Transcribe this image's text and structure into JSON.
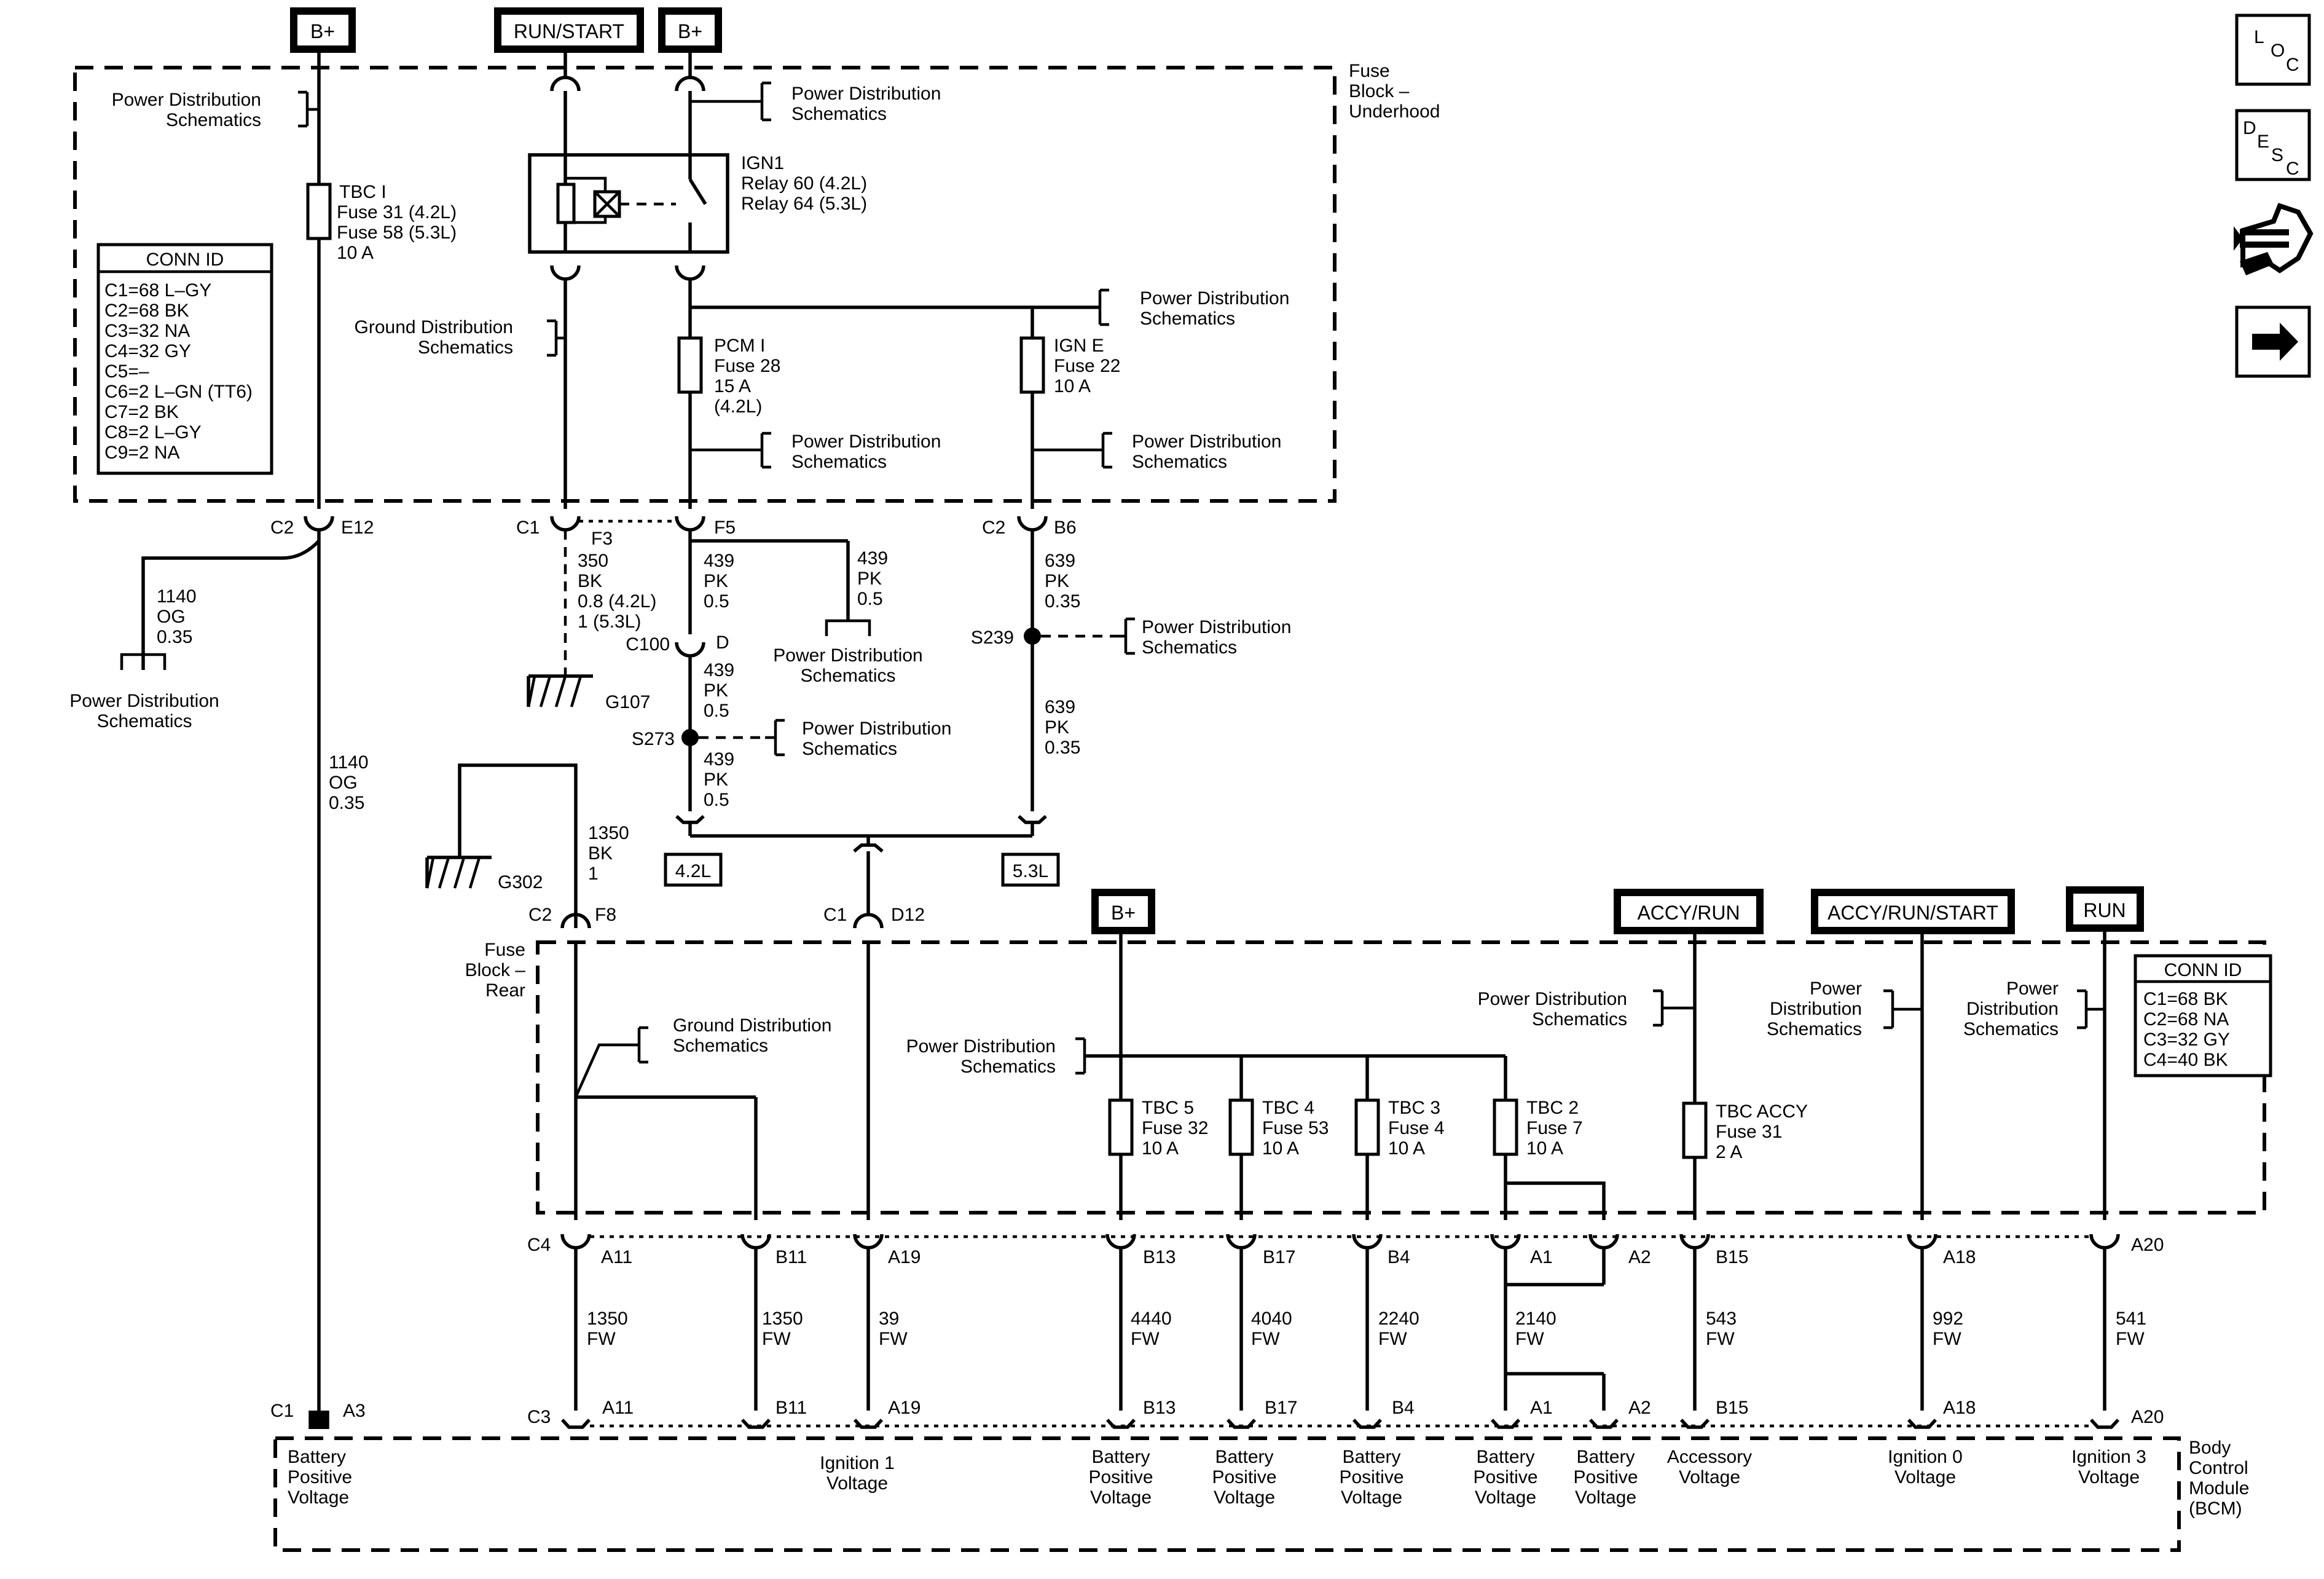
{
  "supply_labels": {
    "bplus": "B+",
    "run_start": "RUN/START",
    "accy_run": "ACCY/RUN",
    "accy_run_start": "ACCY/RUN/START",
    "run": "RUN"
  },
  "underhood": {
    "title": [
      "Fuse",
      "Block –",
      "Underhood"
    ],
    "tbc_i": [
      "TBC I",
      "Fuse 31 (4.2L)",
      "Fuse 58 (5.3L)",
      "10 A"
    ],
    "ign1": [
      "IGN1",
      "Relay 60 (4.2L)",
      "Relay 64 (5.3L)"
    ],
    "pcm_i": [
      "PCM I",
      "Fuse 28",
      "15 A",
      "(4.2L)"
    ],
    "ign_e": [
      "IGN E",
      "Fuse 22",
      "10 A"
    ],
    "conn_id_title": "CONN ID",
    "conn_id": [
      "C1=68 L–GY",
      "C2=68 BK",
      "C3=32 NA",
      "C4=32 GY",
      "C5=–",
      "C6=2 L–GN (TT6)",
      "C7=2 BK",
      "C8=2 L–GY",
      "C9=2 NA"
    ]
  },
  "refs": {
    "power_dist": [
      "Power Distribution",
      "Schematics"
    ],
    "ground_dist": [
      "Ground Distribution",
      "Schematics"
    ],
    "power_dist_3": [
      "Power",
      "Distribution",
      "Schematics"
    ]
  },
  "connectors": {
    "c1": "C1",
    "c2": "C2",
    "c3": "C3",
    "c4": "C4",
    "c100": "C100",
    "e12": "E12",
    "f3": "F3",
    "f5": "F5",
    "b6": "B6",
    "d": "D",
    "f8": "F8",
    "d12": "D12",
    "a3": "A3",
    "a11": "A11",
    "b11": "B11",
    "a19": "A19",
    "b13": "B13",
    "b17": "B17",
    "b4": "B4",
    "a1": "A1",
    "a2": "A2",
    "b15": "B15",
    "a18": "A18",
    "a20": "A20"
  },
  "splices": {
    "s239": "S239",
    "s273": "S273"
  },
  "grounds": {
    "g107": "G107",
    "g302": "G302"
  },
  "engines": {
    "e42": "4.2L",
    "e53": "5.3L"
  },
  "wires": {
    "w1140": [
      "1140",
      "OG",
      "0.35"
    ],
    "w350": [
      "350",
      "BK",
      "0.8 (4.2L)",
      "1 (5.3L)"
    ],
    "w439": [
      "439",
      "PK",
      "0.5"
    ],
    "w639": [
      "639",
      "PK",
      "0.35"
    ],
    "w1350": [
      "1350",
      "BK",
      "1"
    ],
    "fw": [
      [
        "1350",
        "FW"
      ],
      [
        "1350",
        "FW"
      ],
      [
        "39",
        "FW"
      ],
      [
        "4440",
        "FW"
      ],
      [
        "4040",
        "FW"
      ],
      [
        "2240",
        "FW"
      ],
      [
        "2140",
        "FW"
      ],
      [
        "543",
        "FW"
      ],
      [
        "992",
        "FW"
      ],
      [
        "541",
        "FW"
      ]
    ]
  },
  "rear": {
    "title": [
      "Fuse",
      "Block –",
      "Rear"
    ],
    "tbc5": [
      "TBC 5",
      "Fuse 32",
      "10 A"
    ],
    "tbc4": [
      "TBC 4",
      "Fuse 53",
      "10 A"
    ],
    "tbc3": [
      "TBC 3",
      "Fuse 4",
      "10 A"
    ],
    "tbc2": [
      "TBC 2",
      "Fuse 7",
      "10 A"
    ],
    "tbc_accy": [
      "TBC ACCY",
      "Fuse 31",
      "2 A"
    ],
    "conn_id_title": "CONN ID",
    "conn_id": [
      "C1=68 BK",
      "C2=68 NA",
      "C3=32 GY",
      "C4=40 BK"
    ]
  },
  "bcm": {
    "title": [
      "Body",
      "Control",
      "Module",
      "(BCM)"
    ],
    "bat_pos": [
      "Battery",
      "Positive",
      "Voltage"
    ],
    "ign1": [
      "Ignition 1",
      "Voltage"
    ],
    "accy": [
      "Accessory",
      "Voltage"
    ],
    "ign0": [
      "Ignition 0",
      "Voltage"
    ],
    "ign3": [
      "Ignition 3",
      "Voltage"
    ]
  },
  "side_icons": {
    "loc": [
      "L",
      "O",
      "C"
    ],
    "desc": [
      "D",
      "E",
      "S",
      "C"
    ],
    "icons": [
      "connector-wrench-icon",
      "arrow-right-icon"
    ]
  }
}
